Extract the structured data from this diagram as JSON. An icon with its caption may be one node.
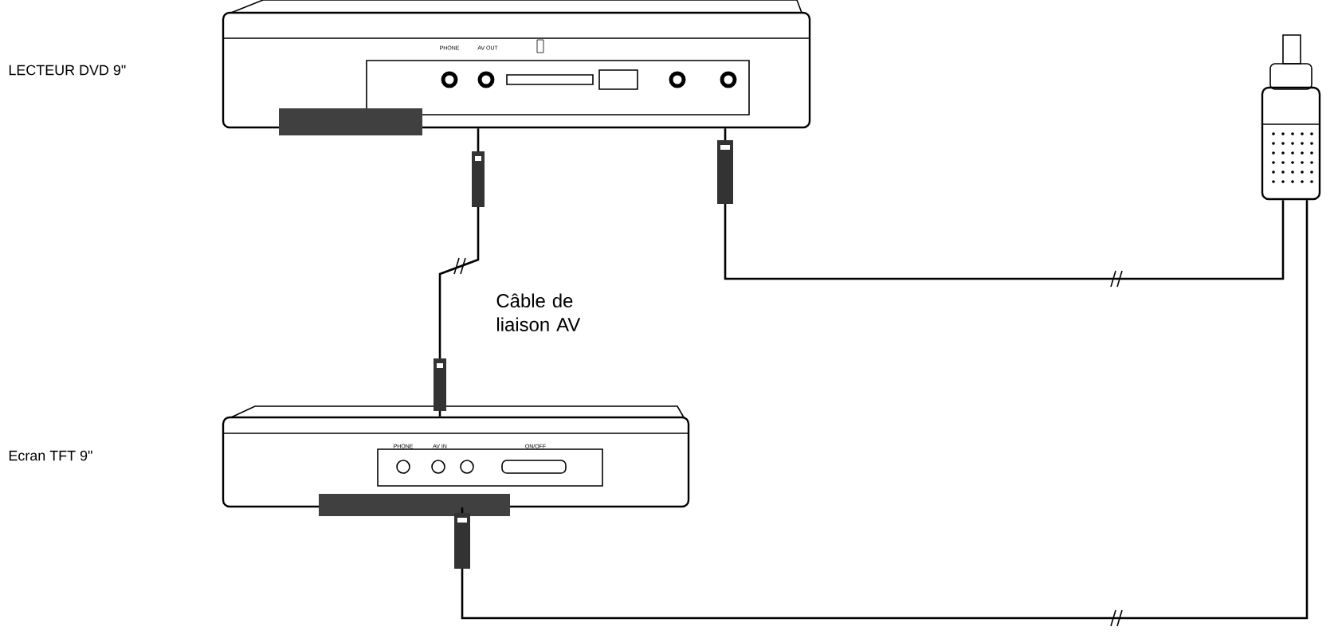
{
  "diagram": {
    "nodes": [
      {
        "text": [],
        "shape": "picture"
      },
      {
        "text": [],
        "shape": "picture"
      },
      {
        "text": [],
        "shape": "picture"
      }
    ],
    "edges": [
      {
        "from": 0,
        "to": 1,
        "arrow": "none",
        "label": "Câble de liaison AV"
      },
      {
        "from": 0,
        "to": 2,
        "arrow": "none"
      },
      {
        "from": 1,
        "to": 2,
        "arrow": "none"
      }
    ],
    "labels": [
      "LECTEUR DVD 9\"",
      "PHONE",
      "AV OUT",
      "Ecran TFT 9\"",
      "PHONE",
      "AV IN",
      "ON/OFF"
    ]
  }
}
